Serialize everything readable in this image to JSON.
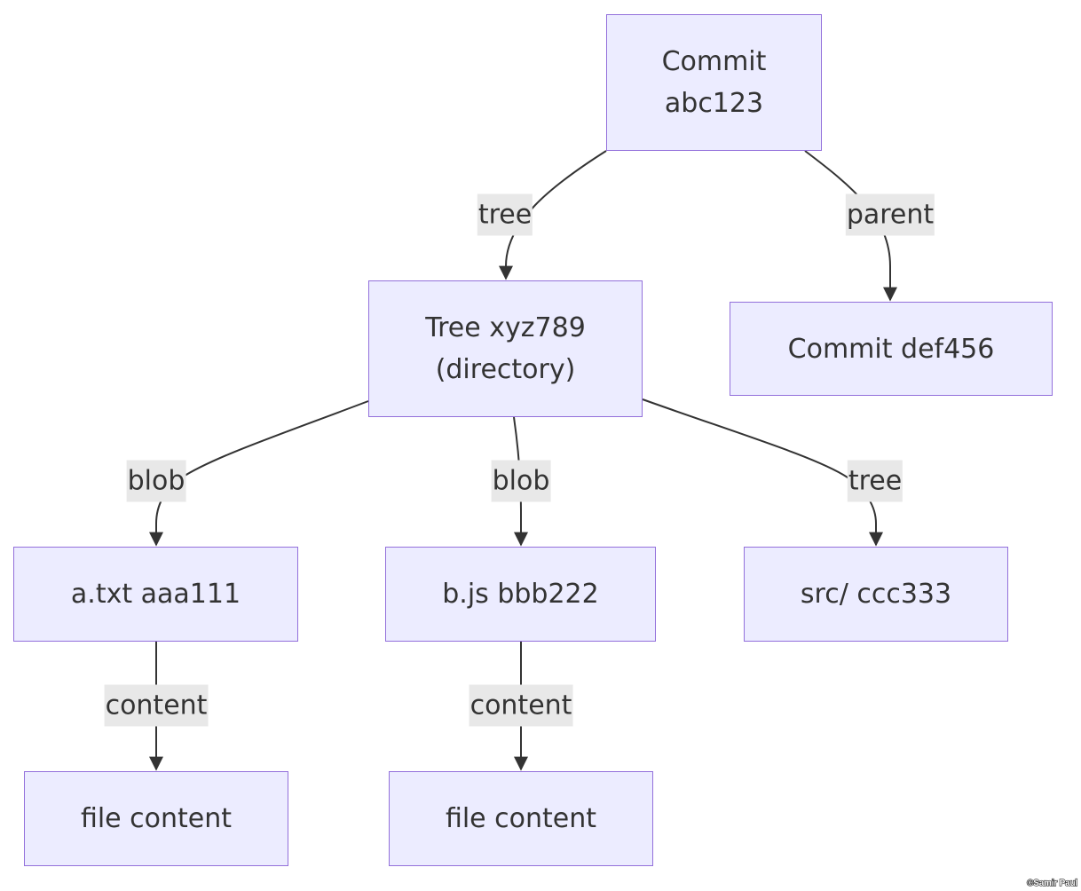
{
  "diagram": {
    "nodes": {
      "commit_abc": {
        "label": "Commit\nabc123"
      },
      "commit_def": {
        "label": "Commit def456"
      },
      "tree_xyz": {
        "label": "Tree xyz789\n(directory)"
      },
      "blob_a": {
        "label": "a.txt aaa111"
      },
      "blob_b": {
        "label": "b.js bbb222"
      },
      "tree_src": {
        "label": "src/ ccc333"
      },
      "content_a": {
        "label": "file content"
      },
      "content_b": {
        "label": "file content"
      }
    },
    "edges": [
      {
        "from": "commit_abc",
        "to": "tree_xyz",
        "label": "tree"
      },
      {
        "from": "commit_abc",
        "to": "commit_def",
        "label": "parent"
      },
      {
        "from": "tree_xyz",
        "to": "blob_a",
        "label": "blob"
      },
      {
        "from": "tree_xyz",
        "to": "blob_b",
        "label": "blob"
      },
      {
        "from": "tree_xyz",
        "to": "tree_src",
        "label": "tree"
      },
      {
        "from": "blob_a",
        "to": "content_a",
        "label": "content"
      },
      {
        "from": "blob_b",
        "to": "content_b",
        "label": "content"
      }
    ]
  },
  "watermark": "©Samir Paul"
}
